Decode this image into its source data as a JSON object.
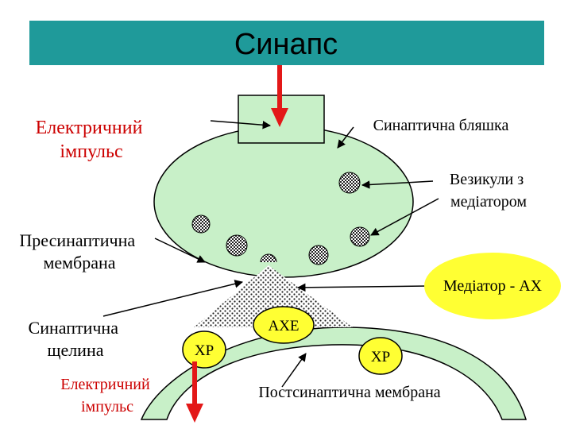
{
  "title": "Синапс",
  "labels": {
    "electric_impulse_top": [
      "Електричний",
      "імпульс"
    ],
    "synaptic_plaque": "Синаптична бляшка",
    "vesicles": [
      "Везикули з",
      "медіатором"
    ],
    "presynaptic_membrane": [
      "Пресинаптична",
      "мембрана"
    ],
    "mediator": "Медіатор - АХ",
    "synaptic_cleft": [
      "Синаптична",
      "щелина"
    ],
    "electric_impulse_bottom": [
      "Електричний",
      "імпульс"
    ],
    "axe": "АХЕ",
    "receptor_left": "ХР",
    "receptor_right": "ХР",
    "postsynaptic_membrane": "Постсинаптична мембрана"
  },
  "colors": {
    "title_bar": "#1f9a9a",
    "cell_fill": "#c8f0c8",
    "red_label": "#cc0000",
    "arrow_red": "#e31818",
    "enzyme_fill": "#ffff33"
  }
}
